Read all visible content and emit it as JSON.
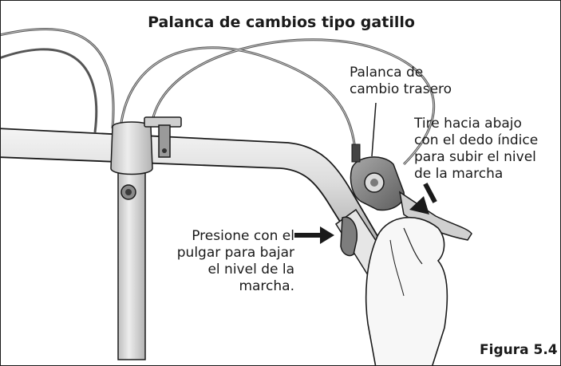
{
  "title": "Palanca de cambios tipo gatillo",
  "labels": {
    "rear_shifter": [
      "Palanca de",
      "cambio trasero"
    ],
    "index_finger": [
      "Tire hacia abajo",
      "con el dedo índice",
      "para subir el nivel",
      "de la marcha"
    ],
    "thumb": [
      "Presione con el",
      "pulgar para bajar",
      "el nivel de la",
      "marcha."
    ]
  },
  "figure_number": "Figura 5.4",
  "colors": {
    "ink": "#1a1a1a",
    "metal_light": "#e9e9e9",
    "metal_mid": "#c8c8c8",
    "metal_dark": "#8f8f8f",
    "hand": "#f7f7f7",
    "frame": "#1a1a1a"
  }
}
